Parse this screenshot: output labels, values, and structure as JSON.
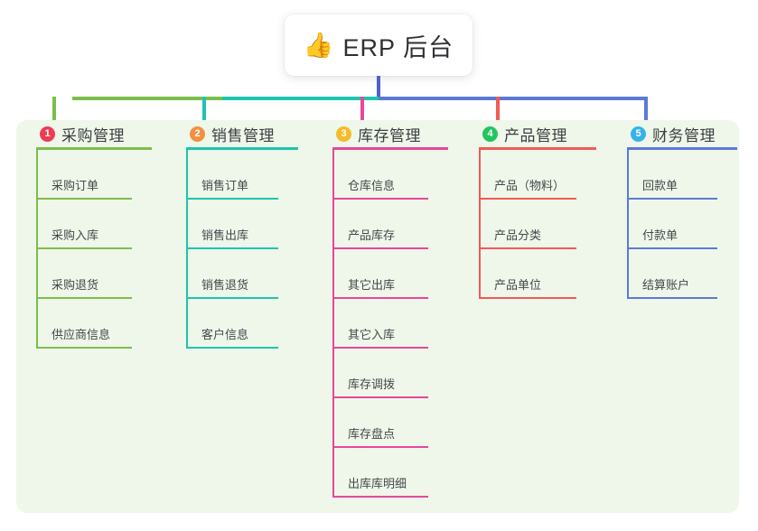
{
  "root": {
    "icon": "thumbs-up-icon",
    "emoji": "👍",
    "title": "ERP 后台"
  },
  "colors": {
    "panel_bg": "#eef7e9",
    "trunk": "#5060c8",
    "branch_1": "#7cbe4c",
    "branch_2": "#1cc5b0",
    "branch_3": "#e8479b",
    "branch_4": "#f25a56",
    "branch_5": "#5b7ad6",
    "badge_1": "#ef3b54",
    "badge_2": "#f3903f",
    "badge_3": "#f5bc2a",
    "badge_4": "#22c55e",
    "badge_5": "#35b3e8",
    "title_text": "#3c3d42",
    "leaf_text": "#46474c"
  },
  "branches": [
    {
      "number": "1",
      "title": "采购管理",
      "items": [
        "采购订单",
        "采购入库",
        "采购退货",
        "供应商信息"
      ]
    },
    {
      "number": "2",
      "title": "销售管理",
      "items": [
        "销售订单",
        "销售出库",
        "销售退货",
        "客户信息"
      ]
    },
    {
      "number": "3",
      "title": "库存管理",
      "items": [
        "仓库信息",
        "产品库存",
        "其它出库",
        "其它入库",
        "库存调拨",
        "库存盘点",
        "出库库明细"
      ]
    },
    {
      "number": "4",
      "title": "产品管理",
      "items": [
        "产品（物料）",
        "产品分类",
        "产品单位"
      ]
    },
    {
      "number": "5",
      "title": "财务管理",
      "items": [
        "回款单",
        "付款单",
        "结算账户"
      ]
    }
  ]
}
